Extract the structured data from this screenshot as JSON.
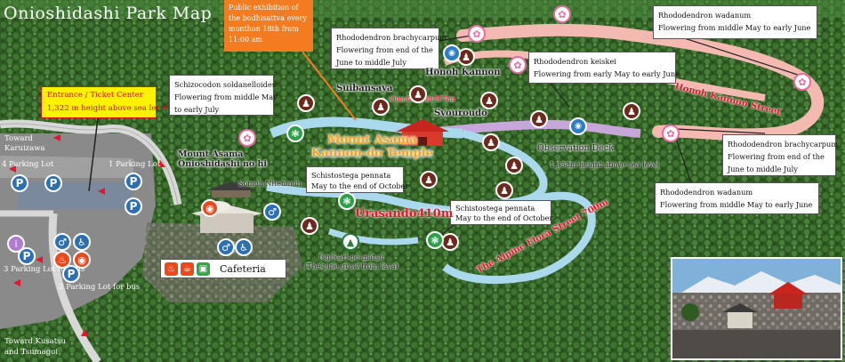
{
  "title": "Onioshidashi Park Map",
  "colors": {
    "forest": "#2f5a22",
    "pink_path": "#f4b9b0",
    "purple_path": "#c7a7d9",
    "blue_path": "#aad8ec",
    "orange_box": "#f47c20",
    "yellow_box": "#fff200",
    "street_red": "#e8142a",
    "temple_orange": "#f6a21a"
  },
  "callouts": {
    "bodhisattva": {
      "lines": [
        "Public exhibition of",
        "the bodhisattva every",
        "monthon 18th from",
        "11:00 am"
      ]
    },
    "entrance": {
      "lines": [
        "Entrance / Ticket Center",
        "1,322 m height above sea level"
      ]
    },
    "schizocodon": {
      "lines": [
        "Schizocodon soldanelloides",
        "Flowering from middle May",
        "to early July"
      ]
    },
    "brachycarpum_top": {
      "lines": [
        "Rhododendron brachycarpum",
        "Flowering from end of the",
        "June to middle July"
      ]
    },
    "keiskei": {
      "lines": [
        "Rhododendron keiskei",
        "Flowering from early May to early June"
      ]
    },
    "wadanum_top": {
      "lines": [
        "Rhododendron wadanum",
        "Flowering from middle May to early June"
      ]
    },
    "brachycarpum_right": {
      "lines": [
        "Rhododendron brachycarpum",
        "Flowering from end of the",
        "June to middle July"
      ]
    },
    "wadanum_bottom": {
      "lines": [
        "Rhododendron wadanum",
        "Flowering from middle May to early June"
      ]
    },
    "schistostega_1": {
      "lines": [
        "Schistostega pennata",
        "May to the end of October"
      ]
    },
    "schistostega_2": {
      "lines": [
        "Schistostega pennata",
        "May to the end of October"
      ]
    }
  },
  "labels": {
    "toward_karuizawa": "Toward\nKaruizawa",
    "toward_kusatsu": "Toward Kusatsu\nand Tsumagoi",
    "parking_4": "4 Parking Lot",
    "parking_1": "1 Parking Lot",
    "parking_3": "3 Parking Lot for bus",
    "parking_2": "2 Parking Lot for bus",
    "mount_asama_monument": "Mount Asama\nOnioshidashi no hi",
    "somon": "Somon Nitenmon",
    "suibansaya": "Suibansaya",
    "omotesando": "Omotesando570m",
    "honoh_kannon": "Honoh Kannon",
    "syouroudo": "Syouroudo",
    "kannon_temple": "Mount Asama\nKannon-do Temple",
    "observation_deck": "Observation Deck",
    "observation_height": "1,358m height above sea level",
    "urasando": "Urasando410m",
    "ishiwari": "Ishiwari-no-matsu\n(The pine grow from lava)",
    "cafeteria": "Cafeteria",
    "honoh_street": "Honoh Kannon Street",
    "alpine_street": "The Alpine Flora Street 700m"
  },
  "icons": {
    "parking": "parking-icon",
    "rest": "person-icon",
    "flower": "flower-icon",
    "camera": "camera-icon",
    "leaf": "leaf-icon",
    "restroom": "restroom-icon",
    "wheelchair": "wheelchair-icon",
    "cafe_food": "food-icon",
    "cafe_drink": "coffee-icon",
    "cafe_shop": "bag-icon"
  }
}
